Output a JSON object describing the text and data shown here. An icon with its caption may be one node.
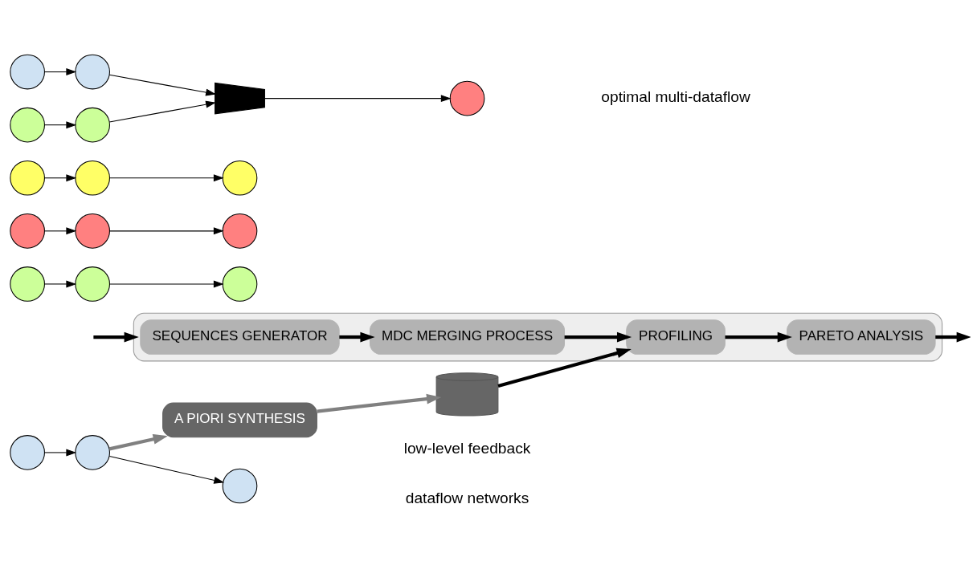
{
  "diagram": {
    "nodes": [
      {
        "text": [
          "A PIORI SYNTHESIS"
        ]
      },
      {
        "text": [],
        "shape": "cylinder",
        "beside": [
          "low-level feedback"
        ]
      },
      {
        "text": [],
        "shape": "box"
      },
      {
        "text": [
          "SEQUENCES GENERATOR"
        ],
        "in": 2
      },
      {
        "text": [
          "MDC MERGING PROCESS"
        ],
        "in": 2
      },
      {
        "text": [
          "PROFILING"
        ],
        "in": 2
      },
      {
        "text": [
          "PARETO ANALYSIS"
        ],
        "in": 2
      },
      {
        "text": [],
        "shape": "circle"
      },
      {
        "text": [],
        "shape": "circle"
      },
      {
        "text": [],
        "shape": "circle"
      },
      {
        "text": [],
        "shape": "circle"
      },
      {
        "text": [],
        "shape": "circle"
      },
      {
        "text": [],
        "shape": "circle"
      },
      {
        "text": [],
        "shape": "circle"
      },
      {
        "text": [],
        "shape": "circle"
      },
      {
        "text": [],
        "shape": "circle"
      },
      {
        "text": [],
        "shape": "circle"
      },
      {
        "text": [],
        "shape": "circle"
      },
      {
        "text": [],
        "shape": "circle"
      },
      {
        "text": [],
        "shape": "circle"
      },
      {
        "text": [],
        "shape": "circle"
      },
      {
        "text": [],
        "shape": "circle"
      },
      {
        "text": [],
        "shape": "circle"
      },
      {
        "text": [],
        "shape": "trapezoid"
      },
      {
        "text": [],
        "shape": "circle"
      }
    ],
    "edges": [
      {
        "from": 7,
        "to": 8,
        "arrow": "to"
      },
      {
        "from": 8,
        "to": 9,
        "arrow": "to"
      },
      {
        "from": 10,
        "to": 11,
        "arrow": "to"
      },
      {
        "from": 11,
        "to": 12,
        "arrow": "to"
      },
      {
        "from": 13,
        "to": 14,
        "arrow": "to"
      },
      {
        "from": 14,
        "to": 15,
        "arrow": "to"
      },
      {
        "from": 16,
        "to": 17,
        "arrow": "to"
      },
      {
        "from": 17,
        "to": 18,
        "arrow": "to"
      },
      {
        "from": 8,
        "to": 0,
        "arrow": "to",
        "style": "thick",
        "color": "#808080"
      },
      {
        "from": 0,
        "to": 1,
        "arrow": "to",
        "style": "thick",
        "color": "#808080"
      },
      {
        "from": null,
        "to": 2,
        "arrow": "to",
        "style": "thick"
      },
      {
        "from": 1,
        "to": 5,
        "arrow": "to",
        "style": "thick"
      },
      {
        "from": 3,
        "to": 4,
        "arrow": "to",
        "style": "thick"
      },
      {
        "from": 4,
        "to": 5,
        "arrow": "to",
        "style": "thick"
      },
      {
        "from": 5,
        "to": 6,
        "arrow": "to",
        "style": "thick"
      },
      {
        "from": 6,
        "to": null,
        "arrow": "to",
        "style": "thick"
      },
      {
        "from": 19,
        "to": 20,
        "arrow": "to"
      },
      {
        "from": 21,
        "to": 22,
        "arrow": "to"
      },
      {
        "from": 20,
        "to": 23,
        "arrow": "to"
      },
      {
        "from": 22,
        "to": 23,
        "arrow": "to"
      },
      {
        "from": 23,
        "to": 24,
        "arrow": "to"
      }
    ],
    "labels": [
      "dataflow networks",
      "optimal multi-dataflow"
    ]
  }
}
